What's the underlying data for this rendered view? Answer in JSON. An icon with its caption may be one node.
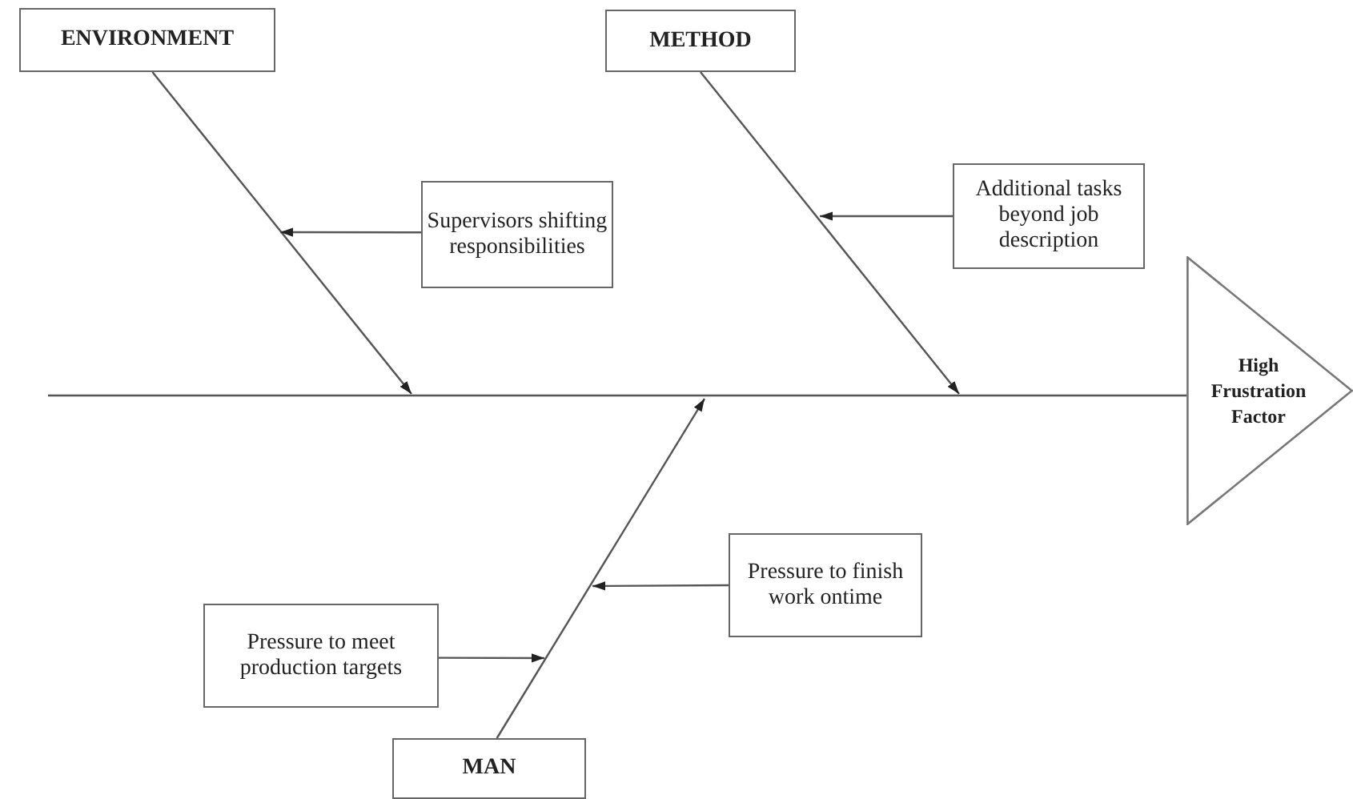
{
  "diagram": {
    "nodes": [
      {
        "text": [
          "ENVIRONMENT"
        ]
      },
      {
        "text": [
          "METHOD"
        ]
      },
      {
        "text": [
          "Supervisors shifting responsibilities"
        ]
      },
      {
        "text": [
          "Additional tasks beyond job description"
        ]
      },
      {
        "text": [
          "High Frustration Factor"
        ]
      },
      {
        "text": [
          "Pressure to finish work ontime"
        ]
      },
      {
        "text": [
          "Pressure to meet production targets"
        ]
      },
      {
        "text": [
          "MAN"
        ]
      }
    ],
    "edges": [
      {
        "from": null,
        "to": 4,
        "arrow": "none"
      },
      {
        "from": 0,
        "to": null,
        "arrow": "to"
      },
      {
        "from": 1,
        "to": null,
        "arrow": "to"
      },
      {
        "from": 7,
        "to": null,
        "arrow": "to"
      },
      {
        "from": 2,
        "to": null,
        "arrow": "to"
      },
      {
        "from": 3,
        "to": null,
        "arrow": "to"
      },
      {
        "from": 5,
        "to": null,
        "arrow": "to"
      },
      {
        "from": 6,
        "to": null,
        "arrow": "to"
      }
    ]
  }
}
